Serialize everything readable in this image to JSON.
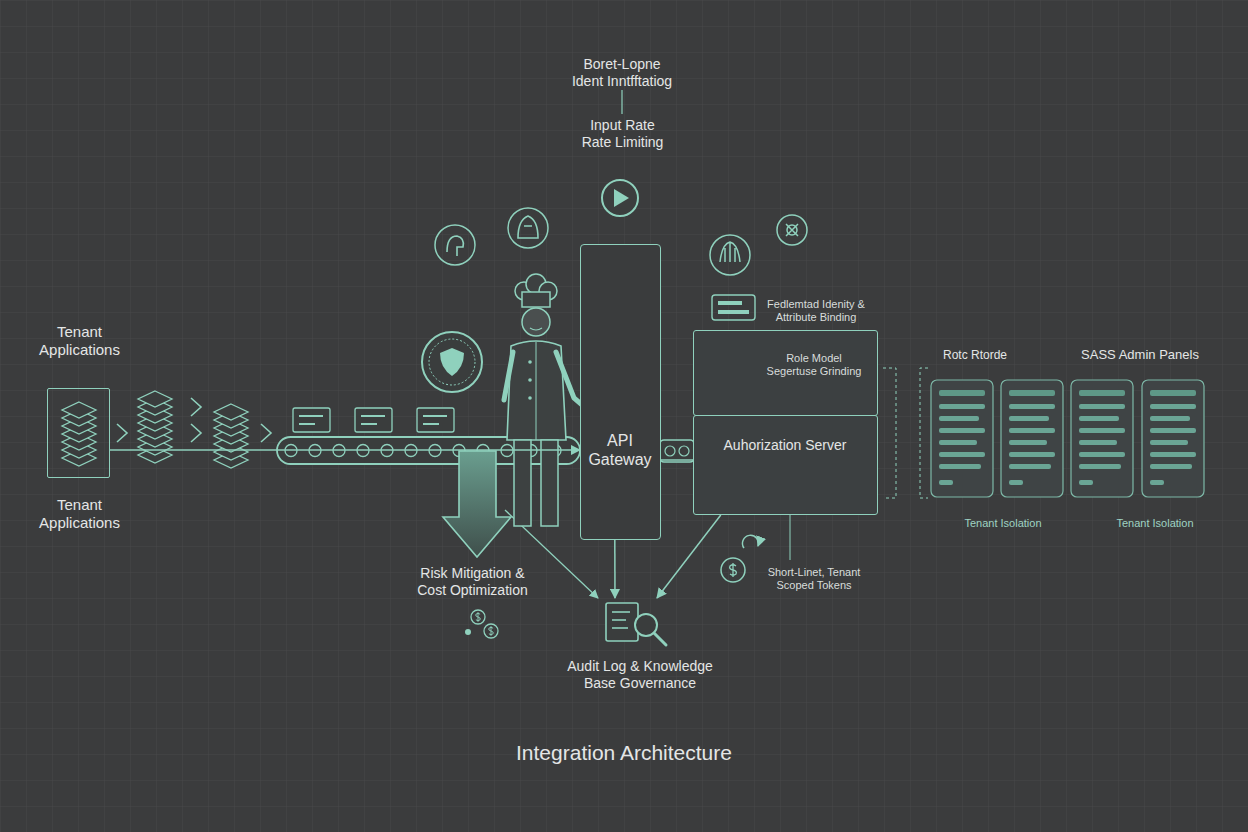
{
  "diagram": {
    "title": "Integration Architecture",
    "nodes": [
      {
        "text": [
          "Tenant Applications",
          "Tenant Applications"
        ]
      },
      {
        "text": [
          "API Gateway"
        ]
      },
      {
        "text": [
          "Fedlemtad Idenity & Attribute Binding",
          "Role Model Segertuse Grinding"
        ]
      },
      {
        "text": [
          "Auhorization Server"
        ]
      },
      {
        "text": [
          "Audit Log & Knowledge Base Governance"
        ]
      }
    ],
    "edges": [
      {
        "from": 0,
        "to": 1,
        "arrow": "to"
      },
      {
        "from": 1,
        "to": 3,
        "arrow": "none"
      },
      {
        "from": 1,
        "to": 4,
        "arrow": "to"
      },
      {
        "from": 3,
        "to": 4,
        "arrow": "to"
      }
    ],
    "labels": [
      "Boret-Lopne Ident Inntfftatiog",
      "Input Rate Rate Limiting",
      "Rotc Rtorde",
      "SASS Admin Panels",
      "Tenant Isolation",
      "Tenant Isolation",
      "Short-Linet, Tenant Scoped Tokens",
      "Risk Mitigation & Cost Optimization"
    ]
  }
}
